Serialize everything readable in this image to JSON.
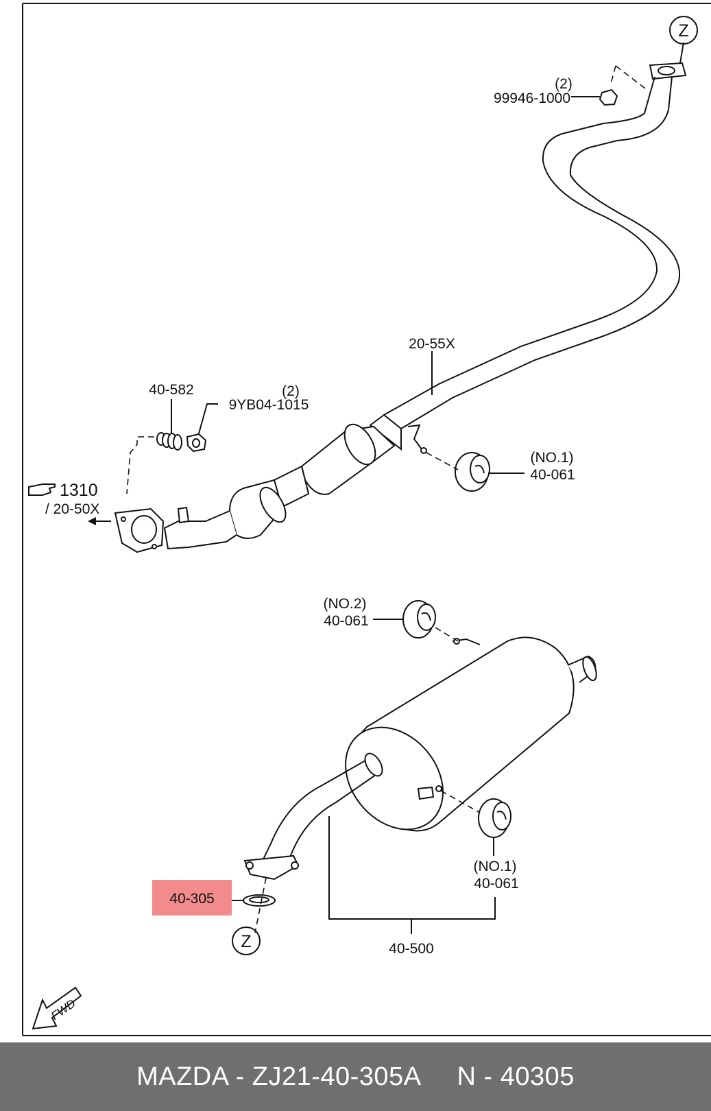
{
  "diagram": {
    "callouts": {
      "z_top": "Z",
      "z_bottom": "Z",
      "qty_nut": "(2)",
      "nut": "99946-1000",
      "front_pipe": "20-55X",
      "spring": "40-582",
      "qty_bolt": "(2)",
      "bolt": "9YB04-1015",
      "ref_main": "1310",
      "ref_sub": "/ 20-50X",
      "hanger_front_no": "(NO.1)",
      "hanger_front": "40-061",
      "hanger_no2_no": "(NO.2)",
      "hanger_no2": "40-061",
      "hanger_rear_no": "(NO.1)",
      "hanger_rear": "40-061",
      "gasket": "40-305",
      "silencer": "40-500",
      "fwd": "FWD"
    },
    "highlight_color": "#f28c8c"
  },
  "footer": {
    "part_number": "MAZDA - ZJ21-40-305A",
    "ref_number": "N - 40305"
  }
}
